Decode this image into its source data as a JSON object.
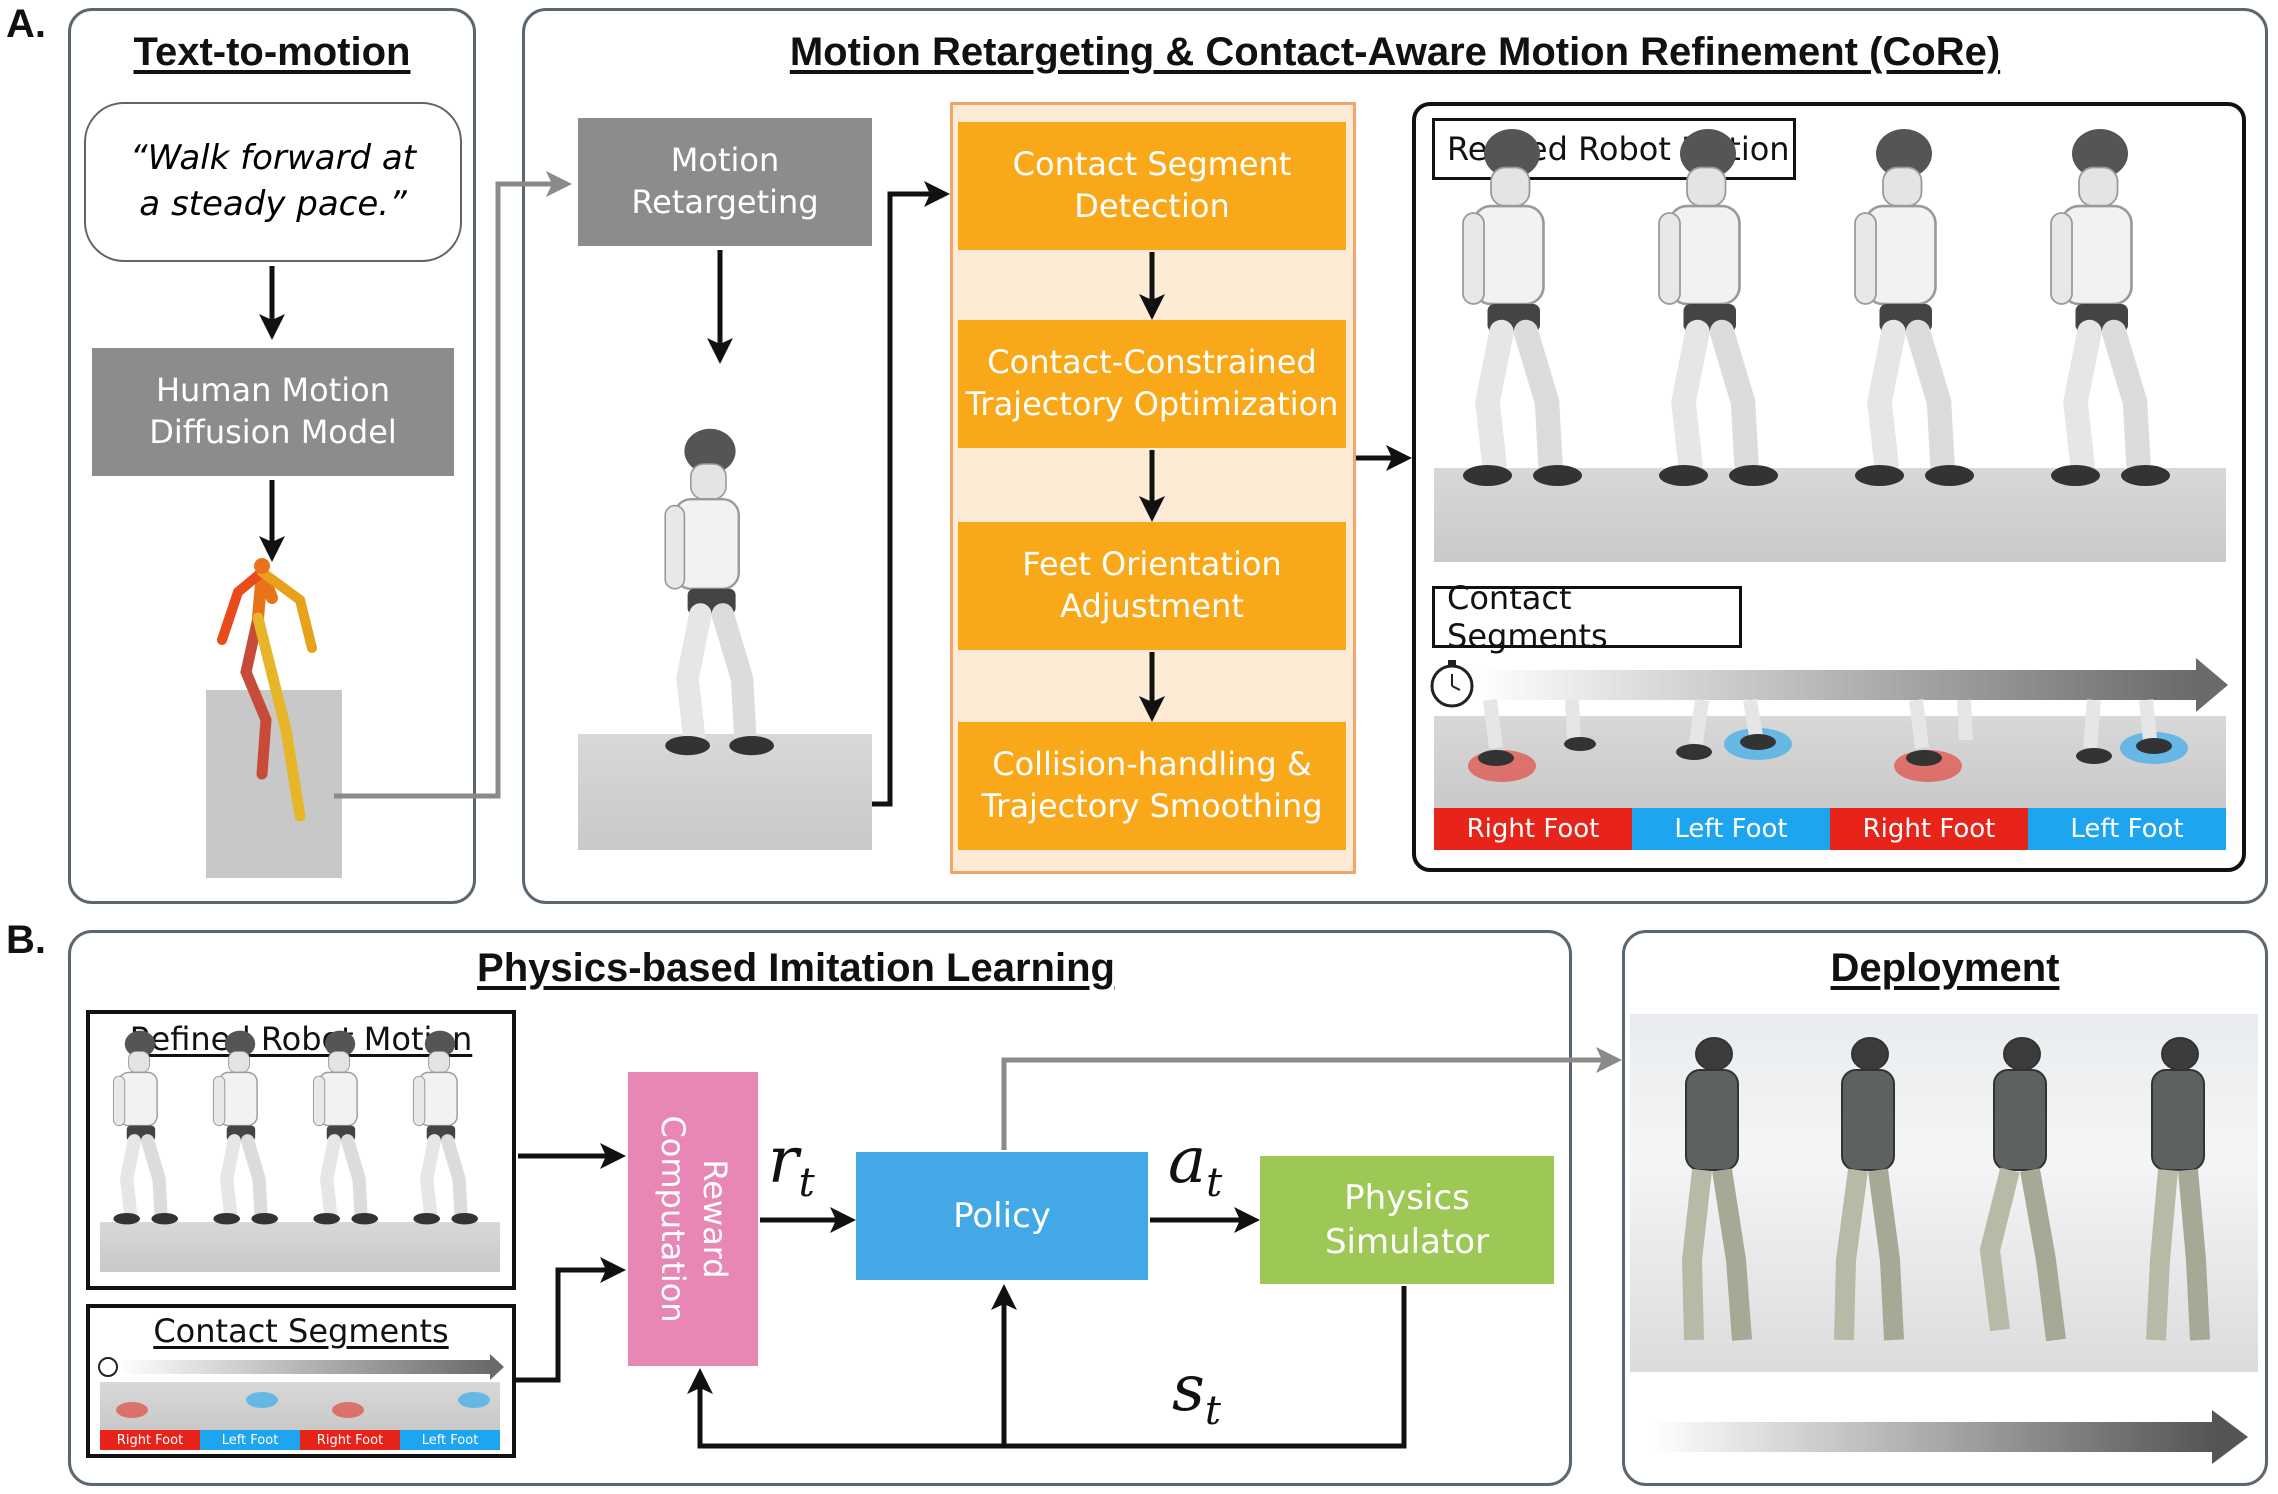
{
  "section_a": {
    "letter": "A.",
    "text_to_motion": {
      "title": "Text-to-motion",
      "prompt": "“Walk forward at a steady pace.”",
      "diffusion_model": "Human Motion Diffusion Model"
    },
    "core": {
      "title": "Motion Retargeting & Contact-Aware Motion Refinement (CoRe)",
      "motion_retargeting": "Motion Retargeting",
      "pipeline": [
        "Contact Segment Detection",
        "Contact-Constrained Trajectory Optimization",
        "Feet Orientation Adjustment",
        "Collision-handling & Trajectory Smoothing"
      ],
      "refined_robot_motion": "Refined Robot Motion",
      "contact_segments": "Contact Segments",
      "segments": [
        "Right Foot",
        "Left Foot",
        "Right Foot",
        "Left Foot"
      ]
    }
  },
  "section_b": {
    "letter": "B.",
    "imitation": {
      "title": "Physics-based Imitation Learning",
      "refined_robot_motion": "Refined Robot Motion",
      "contact_segments": "Contact Segments",
      "segments": [
        "Right Foot",
        "Left Foot",
        "Right Foot",
        "Left Foot"
      ],
      "reward": "Reward Computation",
      "policy": "Policy",
      "simulator": "Physics Simulator",
      "r_symbol": "r",
      "a_symbol": "a",
      "s_symbol": "s",
      "subscript": "t"
    },
    "deployment": {
      "title": "Deployment"
    }
  },
  "colors": {
    "panel_border": "#5b6670",
    "gray_box": "#8c8c8c",
    "orange": "#f9a81a",
    "orange_bg": "#fdebd6",
    "orange_border": "#f2a66b",
    "right_foot": "#e8241a",
    "left_foot": "#1ea5f0",
    "reward": "#e886b6",
    "policy": "#42a8e6",
    "simulator": "#9dc855"
  }
}
